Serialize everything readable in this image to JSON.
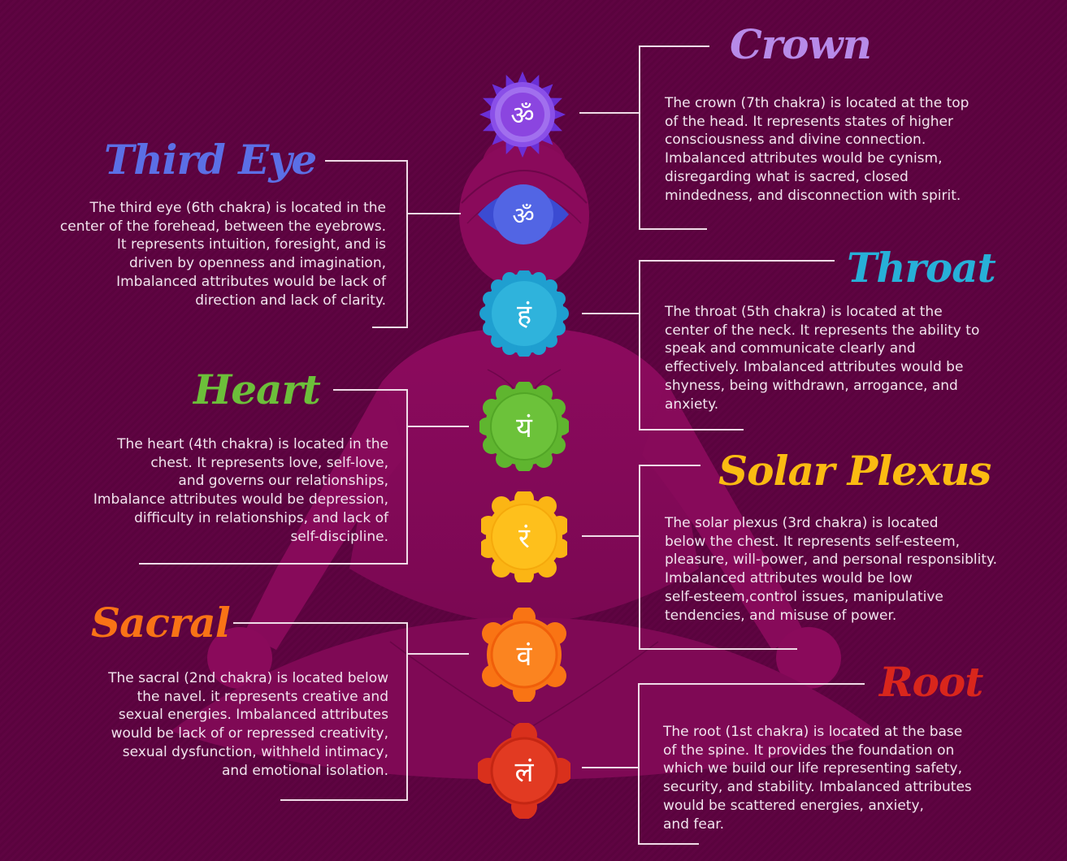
{
  "colors": {
    "background": "#5e0341",
    "silhouette": "#8a0a5c",
    "text": "#f1e4ee",
    "bracket": "#f0dce8"
  },
  "chakras": [
    {
      "id": "crown",
      "title": "Crown",
      "title_color": "#b78ae8",
      "symbol": "ॐ",
      "symbol_name": "om-symbol",
      "petal_color": "#7a3fe0",
      "inner_color": "#9b5cf0",
      "description": "The crown (7th chakra) is located at the top\nof the head. It represents states of higher\nconsciousness and divine connection.\nImbalanced attributes would be cynism,\ndisregarding what is sacred, closed\nmindedness, and disconnection with spirit."
    },
    {
      "id": "third-eye",
      "title": "Third Eye",
      "title_color": "#5b6fe6",
      "symbol": "ॐ",
      "symbol_name": "aum-symbol",
      "petal_color": "#3d4fd6",
      "inner_color": "#5366e6",
      "description": "The third eye (6th chakra) is located in the\ncenter of the forehead, between the eyebrows.\nIt represents intuition, foresight, and is\ndriven by openness and imagination,\nImbalanced attributes would be lack of\ndirection and lack of clarity."
    },
    {
      "id": "throat",
      "title": "Throat",
      "title_color": "#27b0d8",
      "symbol": "हं",
      "symbol_name": "ham-symbol",
      "petal_color": "#21a4d4",
      "inner_color": "#2fb3dc",
      "description": "The throat (5th chakra) is located at the\ncenter of the neck. It represents the ability to\nspeak and communicate clearly and\neffectively. Imbalanced attributes would be\nshyness, being withdrawn, arrogance, and\nanxiety."
    },
    {
      "id": "heart",
      "title": "Heart",
      "title_color": "#6cbf3a",
      "symbol": "यं",
      "symbol_name": "yam-symbol",
      "petal_color": "#5fb52f",
      "inner_color": "#6cc23a",
      "description": "The heart (4th chakra) is located in the\nchest. It represents love, self-love,\nand governs our relationships,\nImbalance attributes would be depression,\ndifficulty in relationships, and lack of\nself-discipline."
    },
    {
      "id": "solar-plexus",
      "title": "Solar Plexus",
      "title_color": "#fbbb12",
      "symbol": "रं",
      "symbol_name": "ram-symbol",
      "petal_color": "#fbb514",
      "inner_color": "#fec01c",
      "description": "The solar plexus (3rd chakra) is located\nbelow the chest. It represents self-esteem,\npleasure, will-power, and personal responsiblity.\nImbalanced attributes would be low\nself-esteem,control issues, manipulative\ntendencies, and misuse of power."
    },
    {
      "id": "sacral",
      "title": "Sacral",
      "title_color": "#f97316",
      "symbol": "वं",
      "symbol_name": "vam-symbol",
      "petal_color": "#f97414",
      "inner_color": "#fb8420",
      "description": "The sacral (2nd chakra) is located below\nthe navel. it represents creative and\nsexual energies. Imbalanced attributes\nwould be lack of or repressed creativity,\nsexual dysfunction, withheld intimacy,\nand emotional isolation."
    },
    {
      "id": "root",
      "title": "Root",
      "title_color": "#d9261c",
      "symbol": "लं",
      "symbol_name": "lam-symbol",
      "petal_color": "#d9301c",
      "inner_color": "#e23a22",
      "description": "The root (1st chakra) is located at the base\nof the spine. It provides the foundation on\nwhich we build our life representing safety,\nsecurity, and stability. Imbalanced attributes\nwould be scattered energies, anxiety,\nand fear."
    }
  ]
}
